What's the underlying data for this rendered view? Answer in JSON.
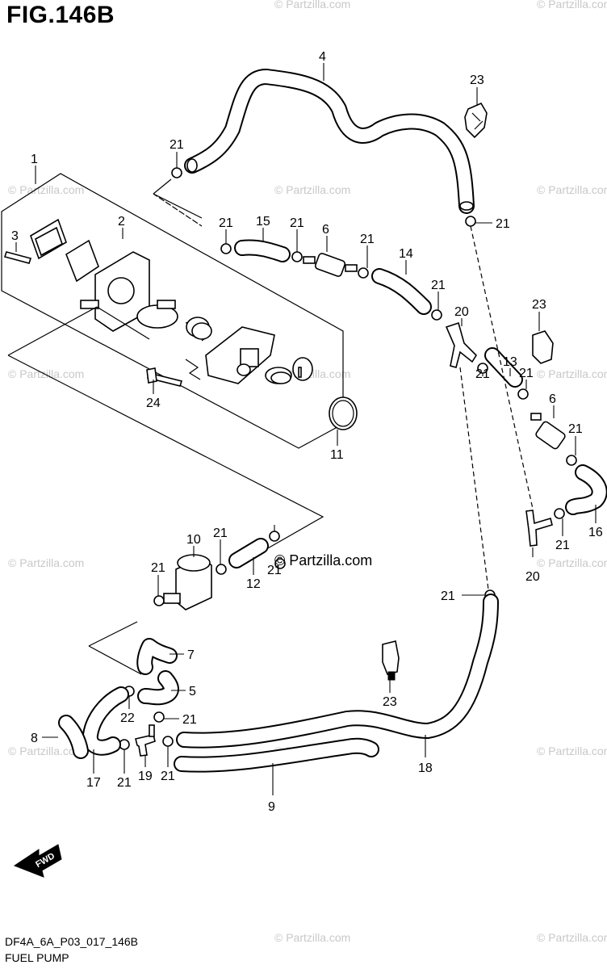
{
  "figure": {
    "title": "FIG.146B",
    "diagram_code": "DF4A_6A_P03_017_146B",
    "part_name": "FUEL PUMP",
    "fwd_label": "FWD"
  },
  "watermark": {
    "text": "© Partzilla.com",
    "inline_text": "Partzilla.com"
  },
  "callouts": [
    "1",
    "2",
    "3",
    "4",
    "5",
    "6",
    "6",
    "7",
    "8",
    "9",
    "10",
    "11",
    "12",
    "13",
    "14",
    "15",
    "16",
    "17",
    "18",
    "19",
    "20",
    "20",
    "21",
    "21",
    "21",
    "21",
    "21",
    "21",
    "21",
    "21",
    "21",
    "21",
    "21",
    "21",
    "21",
    "21",
    "21",
    "21",
    "21",
    "21",
    "22",
    "23",
    "23",
    "23",
    "24"
  ]
}
